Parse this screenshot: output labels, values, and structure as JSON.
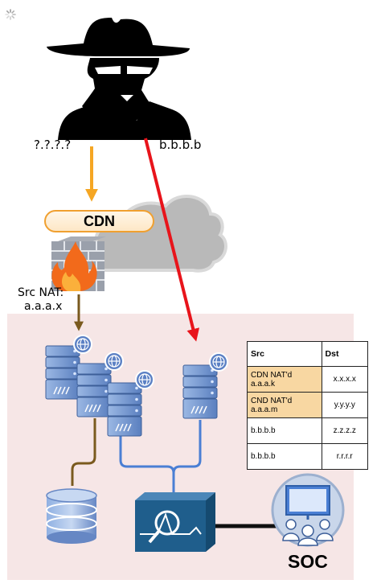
{
  "attacker": {
    "unknown_ip": "?.?.?.?",
    "direct_ip": "b.b.b.b"
  },
  "cdn": {
    "label": "CDN"
  },
  "nat": {
    "label_line1": "Src NAT:",
    "label_line2": "a.a.a.x"
  },
  "soc": {
    "label": "SOC"
  },
  "table": {
    "headers": {
      "src": "Src",
      "dst": "Dst"
    },
    "rows": [
      {
        "src_line1": "CDN NAT'd",
        "src_line2": "a.a.a.k",
        "dst": "x.x.x.x",
        "highlight": true
      },
      {
        "src_line1": "CND NAT'd",
        "src_line2": "a.a.a.m",
        "dst": "y.y.y.y",
        "highlight": true
      },
      {
        "src_line1": "b.b.b.b",
        "src_line2": "",
        "dst": "z.z.z.z",
        "highlight": false
      },
      {
        "src_line1": "b.b.b.b",
        "src_line2": "",
        "dst": "r.r.r.r",
        "highlight": false
      }
    ]
  },
  "colors": {
    "orange_arrow": "#f5a623",
    "red_arrow": "#e8141b",
    "brown_arrow": "#7a5a1e",
    "network_line": "#4a7fd4",
    "zone_bg": "#f6e6e6",
    "server_body": "#6a8fc6",
    "cdn_highlight": "#f8d7a2",
    "soc_circle": "#c9d6ea",
    "sensor_body": "#1f5e8c"
  }
}
